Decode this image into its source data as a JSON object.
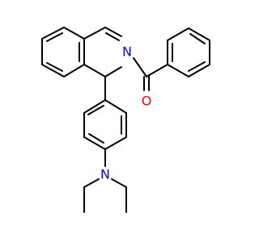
{
  "molecule": {
    "atoms": {
      "n_ring": {
        "symbol": "N",
        "color": "#0000ff"
      },
      "o_carbonyl": {
        "symbol": "O",
        "color": "#ff0000"
      },
      "n_amine": {
        "symbol": "N",
        "color": "#0000ff"
      }
    }
  }
}
